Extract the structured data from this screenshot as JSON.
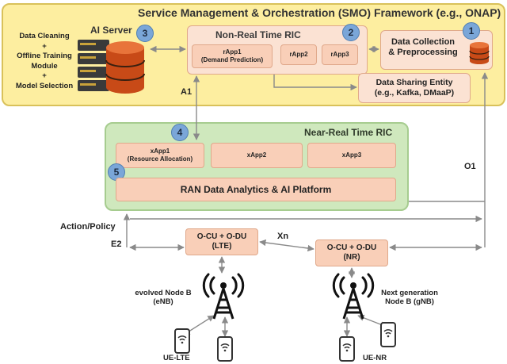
{
  "smo": {
    "title": "Service Management & Orchestration (SMO) Framework (e.g., ONAP)"
  },
  "ai_server": {
    "title": "AI Server",
    "tasks": "Data Cleaning\n+\nOffline Training\nModule\n+\nModel Selection",
    "badge": "3"
  },
  "non_rt_ric": {
    "title": "Non-Real Time RIC",
    "badge": "2",
    "rapps": [
      {
        "name": "rApp1",
        "desc": "(Demand Prediction)"
      },
      {
        "name": "rApp2"
      },
      {
        "name": "rApp3"
      }
    ]
  },
  "data_collection": {
    "label": "Data Collection\n& Preprocessing",
    "badge": "1"
  },
  "data_sharing": {
    "label": "Data Sharing Entity\n(e.g., Kafka, DMaaP)"
  },
  "near_rt_ric": {
    "title": "Near-Real Time RIC",
    "badge_top": "4",
    "badge_bottom": "5",
    "xapps": [
      {
        "name": "xApp1",
        "desc": "(Resource Allocation)"
      },
      {
        "name": "xApp2"
      },
      {
        "name": "xApp3"
      }
    ],
    "platform": "RAN Data Analytics & AI Platform"
  },
  "interfaces": {
    "a1": "A1",
    "o1": "O1",
    "e2": "E2",
    "xn": "Xn",
    "action_policy": "Action/Policy"
  },
  "cu_du_lte": "O-CU + O-DU\n(LTE)",
  "cu_du_nr": "O-CU + O-DU\n(NR)",
  "enb": {
    "label": "evolved Node B\n(eNB)"
  },
  "gnb": {
    "label": "Next generation\nNode B (gNB)"
  },
  "ue_lte": "UE-LTE",
  "ue_nr": "UE-NR",
  "colors": {
    "smo_bg": "#fdeea0",
    "ric_bg": "#cfe8bd",
    "box": "#f9cfb8",
    "badge": "#7aa6d8"
  }
}
